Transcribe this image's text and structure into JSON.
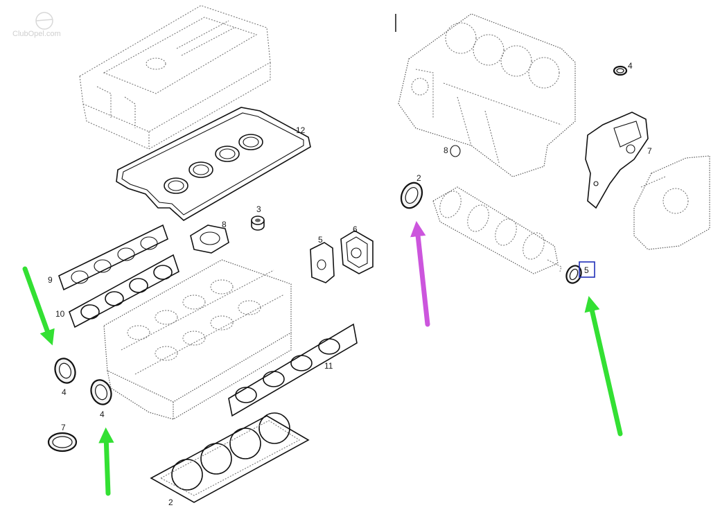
{
  "watermark": {
    "text": "ClubOpel.com"
  },
  "parts": {
    "valve_cover_gasket": "12",
    "head_gasket_left": "2",
    "plug_seal": "3",
    "cam_seal_a": "4",
    "cam_seal_b": "4",
    "cover_gasket_5_left": "5",
    "cover_gasket_6": "6",
    "seal_7_left": "7",
    "gasket_8_left": "8",
    "intake_gasket_9": "9",
    "intake_gasket_10": "10",
    "exhaust_gasket_11": "11",
    "front_seal_2": "2",
    "oring_4_right": "4",
    "front_cover_gasket_7": "7",
    "oring_8_right": "8",
    "rear_seal_5_boxed": "5"
  },
  "colors": {
    "green_arrow": "#33e033",
    "purple_arrow": "#cc55dd",
    "highlight_box": "#1f2fb8"
  }
}
